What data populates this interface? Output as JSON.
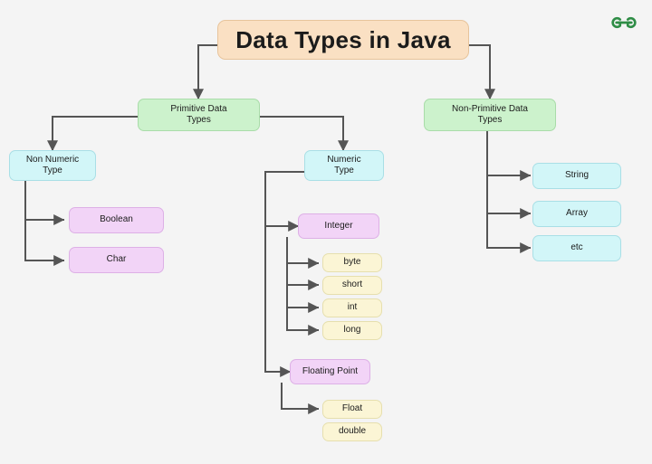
{
  "diagram": {
    "type": "flowchart",
    "title": "Data Types in Java",
    "background_color": "#f4f4f4",
    "edge_color": "#555555",
    "brand": {
      "logo_name": "geeksforgeeks-logo",
      "logo_color": "#2f8d46"
    },
    "palette": {
      "root": "#fae0c3",
      "category": "#ccf2cc",
      "type_group": "#d2f6f8",
      "numeric_group": "#f2d4f7",
      "primitive_leaf": "#fbf5d5",
      "non_primitive_leaf": "#d2f6f8"
    },
    "nodes": {
      "root": "Data Types in Java",
      "primitive": "Primitive Data\nTypes",
      "non_primitive": "Non-Primitive Data\nTypes",
      "non_numeric": "Non Numeric\nType",
      "numeric": "Numeric\nType",
      "boolean": "Boolean",
      "char": "Char",
      "integer": "Integer",
      "byte": "byte",
      "short": "short",
      "int": "int",
      "long": "long",
      "floating_point": "Floating Point",
      "float": "Float",
      "double": "double",
      "string": "String",
      "array": "Array",
      "etc": "etc"
    }
  }
}
